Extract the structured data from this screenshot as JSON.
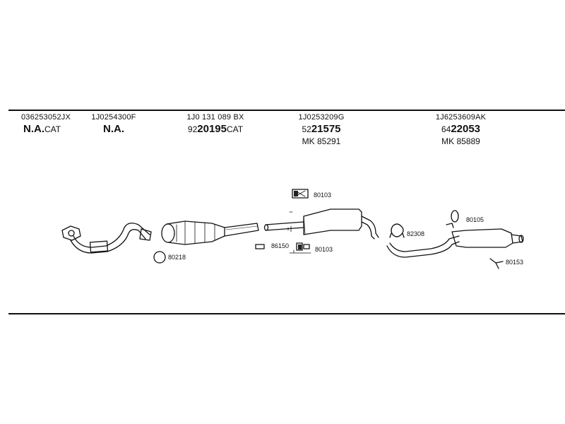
{
  "columns": [
    {
      "code": "036253052JX",
      "main_bold": "N.A.",
      "main_suffix": "CAT"
    },
    {
      "code": "1J0254300F",
      "main_bold": "N.A."
    },
    {
      "code": "1J0 131 089 BX",
      "main_prefix": "92",
      "main_bold": "20195",
      "main_suffix": "CAT"
    },
    {
      "code": "1J0253209G",
      "main_prefix": "52",
      "main_bold": "21575",
      "mk": "MK  85291"
    },
    {
      "code": "1J6253609AK",
      "main_prefix": "64",
      "main_bold": "22053",
      "mk": "MK  85889"
    }
  ],
  "parts": {
    "p80218": "80218",
    "p80103a": "80103",
    "p86150": "86150",
    "p80103b": "80103",
    "p82308": "82308",
    "p80105": "80105",
    "p80153": "80153"
  }
}
